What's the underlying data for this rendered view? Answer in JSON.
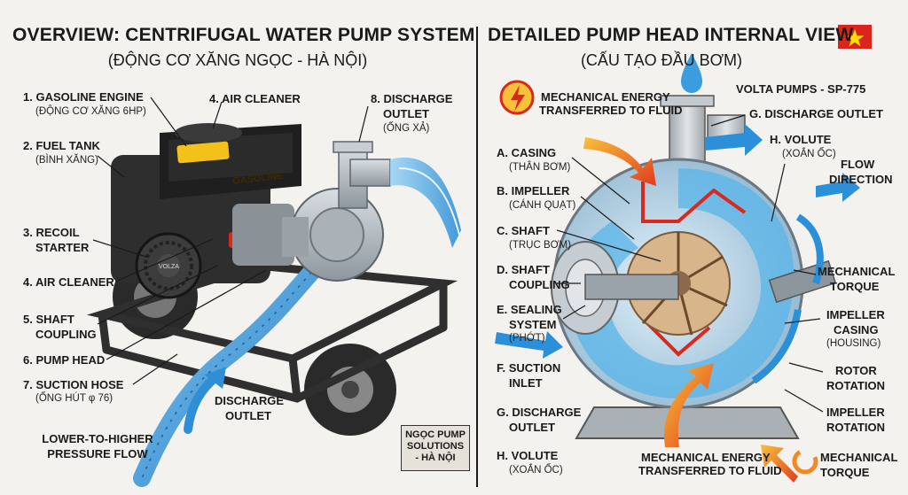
{
  "left": {
    "title": "OVERVIEW: CENTRIFUGAL WATER PUMP SYSTEM",
    "subtitle": "(ĐỘNG CƠ XĂNG NGỌC - HÀ NỘI)",
    "labels": {
      "gasoline_engine": "1. GASOLINE ENGINE",
      "gasoline_engine_sub": "(ĐỘNG CƠ XĂNG 6HP)",
      "fuel_tank": "2. FUEL TANK",
      "fuel_tank_sub": "(BÌNH XĂNG)",
      "recoil_1": "3. RECOIL",
      "recoil_2": "STARTER",
      "air_cleaner_left": "4. AIR CLEANER",
      "shaft_1": "5. SHAFT",
      "shaft_2": "COUPLING",
      "pump_head": "6. PUMP HEAD",
      "suction": "7. SUCTION HOSE",
      "suction_sub": "(ỐNG HÚT φ 76)",
      "air_cleaner_top": "4. AIR CLEANER",
      "discharge_1": "8. DISCHARGE",
      "discharge_2": "OUTLET",
      "discharge_sub": "(ỐNG XẢ)",
      "discharge_arrow_1": "DISCHARGE",
      "discharge_arrow_2": "OUTLET",
      "pressure_1": "LOWER-TO-HIGHER",
      "pressure_2": "PRESSURE FLOW",
      "engine_decal": "GASOLINE",
      "starter_brand": "VOLZA"
    },
    "brand_box": [
      "NGỌC PUMP",
      "SOLUTIONS",
      "- HÀ NỘI"
    ]
  },
  "right": {
    "title": "DETAILED PUMP HEAD INTERNAL VIEW",
    "subtitle": "(CẤU TẠO ĐẦU BƠM)",
    "brand_model": "VOLTA PUMPS - SP-775",
    "labels": {
      "mech_top_1": "MECHANICAL ENERGY",
      "mech_top_2": "TRANSFERRED TO FLUID",
      "casing": "A. CASING",
      "casing_sub": "(THÂN BƠM)",
      "impeller": "B. IMPELLER",
      "impeller_sub": "(CÁNH QUẠT)",
      "shaft": "C. SHAFT",
      "shaft_sub": "(TRỤC BƠM)",
      "coupling_1": "D. SHAFT",
      "coupling_2": "COUPLING",
      "sealing_1": "E. SEALING",
      "sealing_2": "SYSTEM",
      "sealing_sub": "(PHỚT)",
      "suction_1": "F. SUCTION",
      "suction_2": "INLET",
      "discharge_left_1": "G. DISCHARGE",
      "discharge_left_2": "OUTLET",
      "volute_left": "H. VOLUTE",
      "volute_left_sub": "(XOẮN ỐC)",
      "discharge_top": "G. DISCHARGE OUTLET",
      "volute_top": "H. VOLUTE",
      "volute_top_sub": "(XOẮN ỐC)",
      "flow_1": "FLOW",
      "flow_2": "DIRECTION",
      "torque_1": "MECHANICAL",
      "torque_2": "TORQUE",
      "impeller_casing_1": "IMPELLER",
      "impeller_casing_2": "CASING",
      "impeller_casing_sub": "(HOUSING)",
      "rotor_1": "ROTOR",
      "rotor_2": "ROTATION",
      "impeller_rot_1": "IMPELLER",
      "impeller_rot_2": "ROTATION",
      "mech_bottom_1": "MECHANICAL ENERGY",
      "mech_bottom_2": "TRANSFERRED TO FLUID",
      "torque_bottom_1": "MECHANICAL",
      "torque_bottom_2": "TORQUE"
    }
  },
  "colors": {
    "water": "#4aa8e0",
    "water_dark": "#1d6fb8",
    "metal": "#b9c0c6",
    "engine": "#2b2b2b",
    "decal": "#f2c21b",
    "arrow_hot": "#e8452a",
    "flag_red": "#da251d",
    "flag_star": "#ffde00"
  }
}
